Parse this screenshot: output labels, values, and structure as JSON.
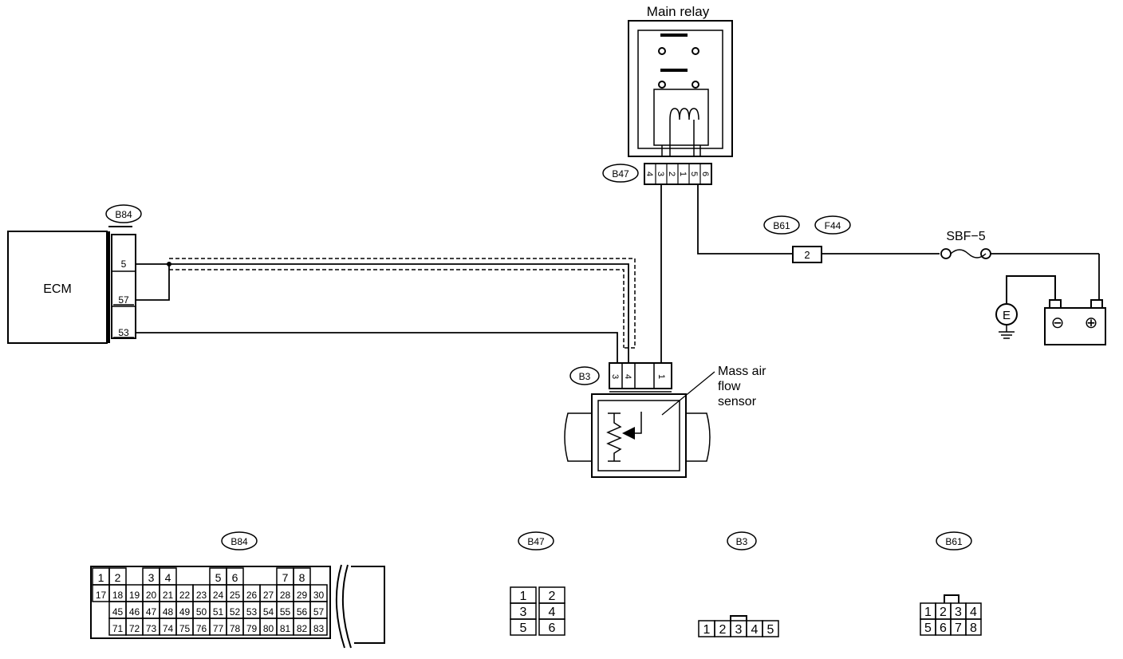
{
  "components": {
    "main_relay": "Main relay",
    "ecm": "ECM",
    "maf_sensor": [
      "Mass air",
      "flow",
      "sensor"
    ],
    "fuse": "SBF−5",
    "ground_symbol": "E"
  },
  "connector_tags": {
    "b84": "B84",
    "b47": "B47",
    "b61": "B61",
    "f44": "F44",
    "b3": "B3"
  },
  "wiring": {
    "ecm_terminals": [
      "5",
      "57",
      "53"
    ],
    "b47_terminals": [
      "4",
      "3",
      "2",
      "1",
      "5",
      "6"
    ],
    "b3_terminals": [
      "3",
      "4",
      "1"
    ],
    "b61_terminal": "2"
  },
  "battery": {
    "negative": "⊖",
    "positive": "⊕"
  },
  "connector_faces": {
    "b84": {
      "label": "B84",
      "row1": [
        "1",
        "2",
        "3",
        "4",
        "5",
        "6",
        "7",
        "8"
      ],
      "row2": [
        "17",
        "18",
        "19",
        "20",
        "21",
        "22",
        "23",
        "24",
        "25",
        "26",
        "27",
        "28",
        "29",
        "30"
      ],
      "row3": [
        "45",
        "46",
        "47",
        "48",
        "49",
        "50",
        "51",
        "52",
        "53",
        "54",
        "55",
        "56",
        "57"
      ],
      "row4": [
        "71",
        "72",
        "73",
        "74",
        "75",
        "76",
        "77",
        "78",
        "79",
        "80",
        "81",
        "82",
        "83"
      ]
    },
    "b47": {
      "label": "B47",
      "pins": [
        "1",
        "2",
        "3",
        "4",
        "5",
        "6"
      ]
    },
    "b3": {
      "label": "B3",
      "pins": [
        "1",
        "2",
        "3",
        "4",
        "5"
      ]
    },
    "b61": {
      "label": "B61",
      "pins": [
        "1",
        "2",
        "3",
        "4",
        "5",
        "6",
        "7",
        "8"
      ]
    }
  }
}
